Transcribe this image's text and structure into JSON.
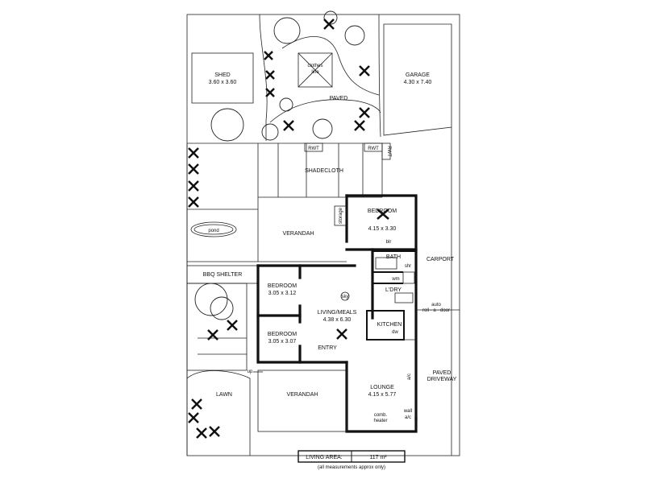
{
  "rooms": {
    "shed": {
      "name": "SHED",
      "dims": "3.60 x 3.60"
    },
    "clothes_line": {
      "line1": "clothes",
      "line2": "line"
    },
    "garage": {
      "name": "GARAGE",
      "dims": "4.30 x 7.40"
    },
    "paved_yard": "PAVED",
    "rwt_1": "RWT",
    "rwt_2": "RWT",
    "rwt_3": "RWT",
    "shadecloth": "SHADECLOTH",
    "storage": "storage",
    "bedroom_1": {
      "name": "BEDROOM",
      "dims": "4.15 x 3.30"
    },
    "robe": "blr",
    "verandah_rear": "VERANDAH",
    "pond": "pond",
    "bath": "BATH",
    "shr": "shr",
    "carport": "CARPORT",
    "wm": "wm",
    "ldry": "L'DRY",
    "bbq_shelter": "BBQ SHELTER",
    "bedroom_2": {
      "name": "BEDROOM",
      "dims": "3.05 x 3.12"
    },
    "sky": "sky",
    "living": {
      "name": "LIVING/MEALS",
      "dims": "4.38 x 6.30"
    },
    "auto_door": {
      "line1": "auto",
      "line2": "roll - a - door"
    },
    "kitchen": "KITCHEN",
    "dw": "dw",
    "bedroom_3": {
      "name": "BEDROOM",
      "dims": "3.05 x 3.07"
    },
    "entry": "ENTRY",
    "paved_driveway": {
      "line1": "PAVED",
      "line2": "DRIVEWAY"
    },
    "ac": "a/c",
    "up": "up",
    "lounge": {
      "name": "LOUNGE",
      "dims": "4.15 x 5.77"
    },
    "lawn": "LAWN",
    "verandah_front": "VERANDAH",
    "comb_heater": {
      "line1": "comb.",
      "line2": "heater"
    },
    "wall_ac": {
      "line1": "wall",
      "line2": "a/c"
    }
  },
  "summary": {
    "living_area_label": "LIVING AREA:",
    "living_area_value": "117 m²",
    "note": "(all measurements approx only)"
  }
}
